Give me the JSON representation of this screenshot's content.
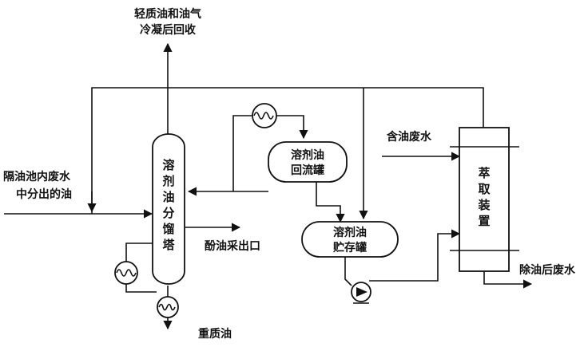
{
  "labels": {
    "top_gas_line1": "轻质油和油气",
    "top_gas_line2": "冷凝后回收",
    "feed_line1": "隔油池内废水",
    "feed_line2": "中分出的油",
    "phenol_outlet": "酚油采出口",
    "heavy_oil": "重质油",
    "oily_wastewater": "含油废水",
    "deoiled_wastewater": "除油后废水"
  },
  "vessels": {
    "column": [
      "溶",
      "剂",
      "油",
      "分",
      "馏",
      "塔"
    ],
    "reflux_tank_line1": "溶剂油",
    "reflux_tank_line2": "回流罐",
    "storage_tank_line1": "溶剂油",
    "storage_tank_line2": "贮存罐",
    "extractor": [
      "萃",
      "取",
      "装",
      "置"
    ]
  },
  "icons": {
    "heat_exchanger": "heat-exchanger-icon",
    "pump": "pump-icon"
  }
}
